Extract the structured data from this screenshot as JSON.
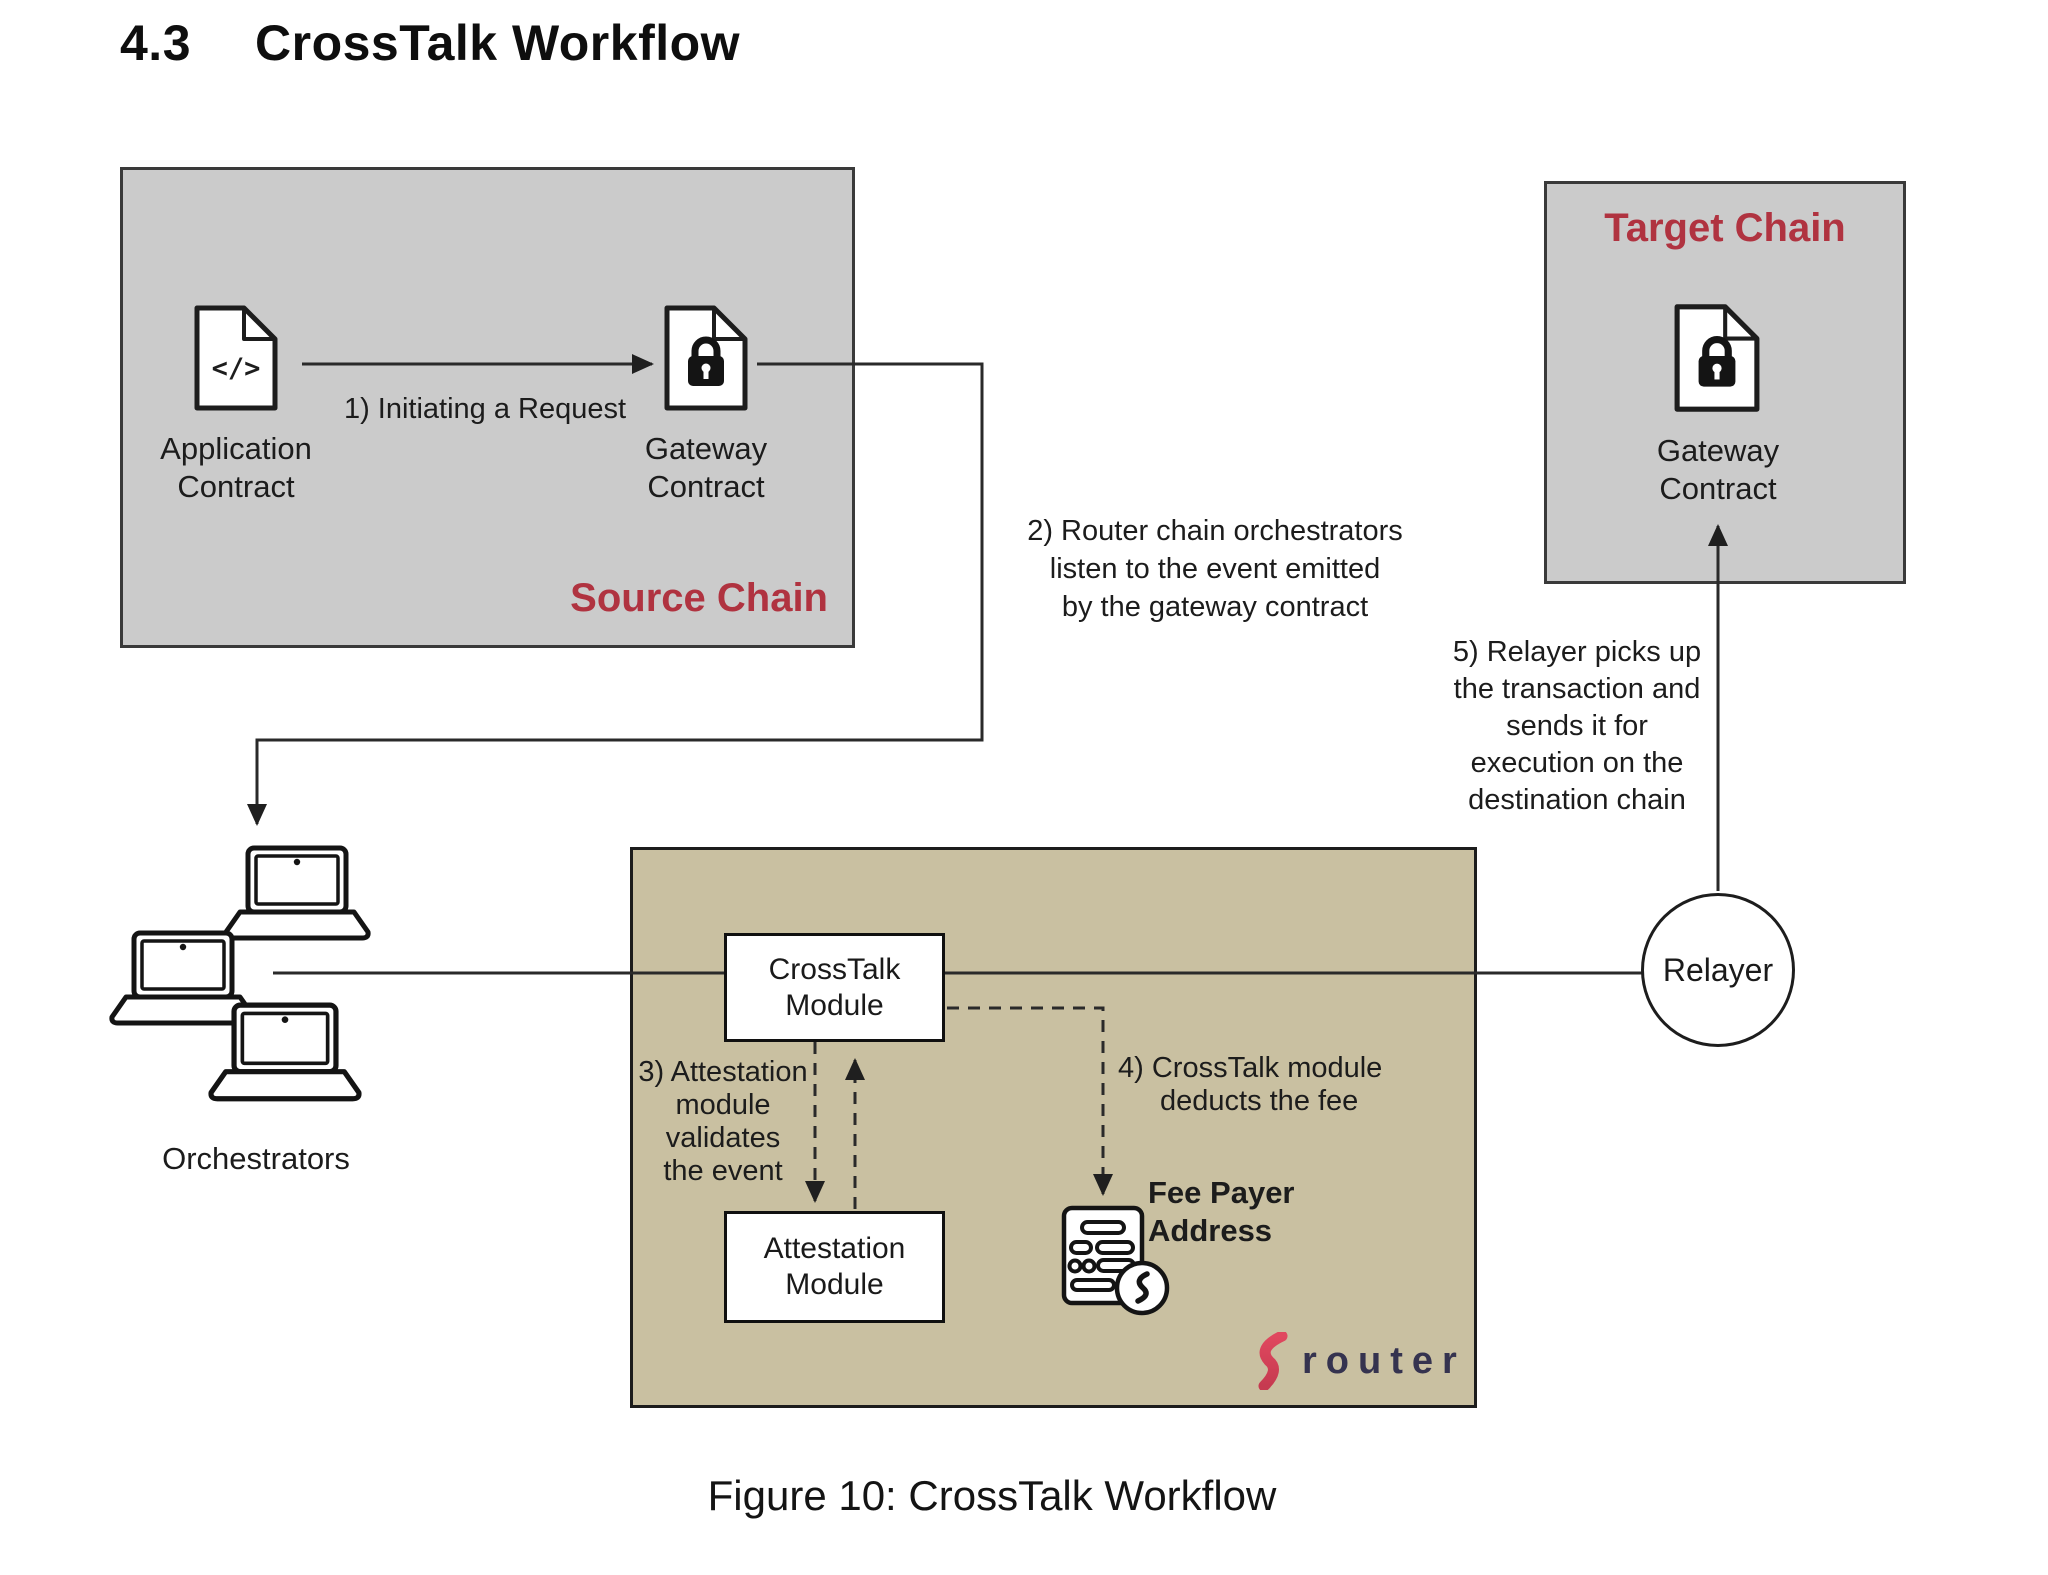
{
  "heading": {
    "number": "4.3",
    "title": "CrossTalk Workflow"
  },
  "caption": "Figure 10: CrossTalk Workflow",
  "source_chain": {
    "label": "Source Chain",
    "application_contract": "Application\nContract",
    "gateway_contract": "Gateway\nContract",
    "code_glyph": "</>"
  },
  "target_chain": {
    "label": "Target Chain",
    "gateway_contract": "Gateway\nContract"
  },
  "router_chain": {
    "crosstalk_module": "CrossTalk\nModule",
    "attestation_module": "Attestation\nModule",
    "fee_payer": "Fee Payer\nAddress",
    "logo_wordmark": "router"
  },
  "nodes": {
    "orchestrators": "Orchestrators",
    "relayer": "Relayer"
  },
  "steps": {
    "step1": "1) Initiating a Request",
    "step2": "2) Router chain orchestrators\nlisten to the event emitted\nby the gateway contract",
    "step3": "3) Attestation\nmodule\nvalidates\nthe event",
    "step4": "4) CrossTalk module\ndeducts the fee",
    "step5": "5) Relayer picks up\nthe transaction and\nsends it for\nexecution on the\ndestination chain"
  },
  "colors": {
    "chain_box_fill": "#cbcbcb",
    "router_box_fill": "#c9c0a1",
    "accent_red": "#b03340",
    "line": "#2a2a2a",
    "logo_navy": "#35334f",
    "logo_red": "#d8415a"
  },
  "icons": {
    "application_contract": "code-file-icon",
    "gateway_contract": "lock-file-icon",
    "orchestrators": "laptop-icon",
    "fee_payer": "invoice-router-icon",
    "router_logo": "router-squiggle-icon"
  }
}
